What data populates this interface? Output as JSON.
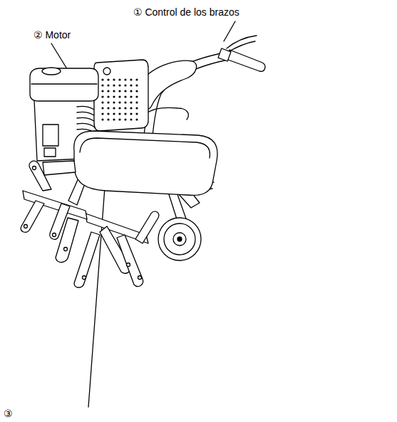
{
  "diagram": {
    "labels": [
      "① Control de los brazos",
      "② Motor",
      "③"
    ]
  }
}
